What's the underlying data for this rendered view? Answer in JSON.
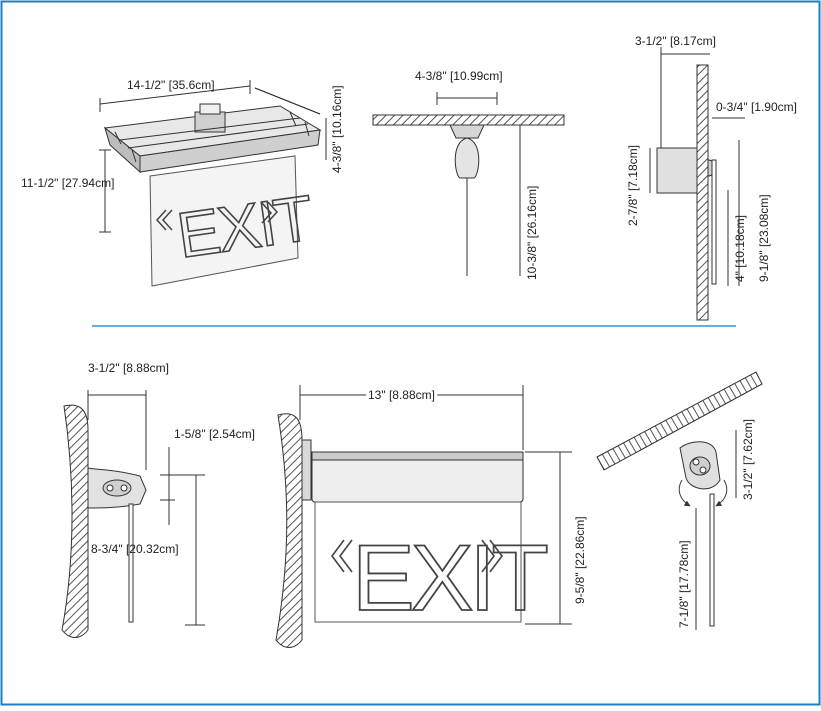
{
  "colors": {
    "border": "#1d7fc1",
    "divider": "#3a8fd0",
    "line": "#333333",
    "wall_hatch": "#555555",
    "housing": "#d9d9d9"
  },
  "views": {
    "recessed_top": {
      "width": "14-1/2\" [35.6cm]",
      "depth": "4-3/8\" [10.16cm]",
      "height": "11-1/2\" [27.94cm]",
      "sign_text": "EXIT"
    },
    "pendant_side": {
      "canopy_width": "4-3/8\" [10.99cm]",
      "drop_length": "10-3/8\" [26.16cm]"
    },
    "wall_side_top": {
      "projection": "3-1/2\" [8.17cm]",
      "offset": "0-3/4\" [1.90cm]",
      "mount_height": "2-7/8\" [7.18cm]",
      "panel_height": "4\" [10.18cm]",
      "overall_height": "9-1/8\" [23.08cm]"
    },
    "wall_side_bottom": {
      "projection": "3-1/2\" [8.88cm]",
      "top_offset": "1-5/8\" [2.54cm]",
      "panel_height": "8-3/4\" [20.32cm]"
    },
    "front_view": {
      "width": "13\" [8.88cm]",
      "height": "9-5/8\" [22.86cm]",
      "sign_text": "EXIT"
    },
    "angled_mount": {
      "swivel_height": "3-1/2\" [7.62cm]",
      "panel_length": "7-1/8\" [17.78cm]"
    }
  }
}
